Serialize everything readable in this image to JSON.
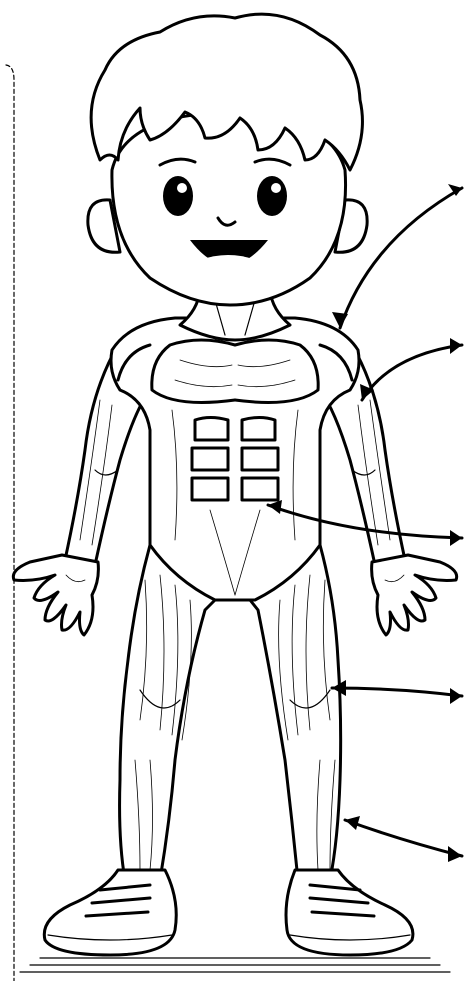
{
  "illustration": {
    "subject": "muscle-anatomy-coloring-page",
    "ink_color": "#000000",
    "paper_color": "#ffffff"
  },
  "pointer_arrows": [
    {
      "name": "arrow-shoulder",
      "icon": "curved-double-arrow"
    },
    {
      "name": "arrow-upper-arm",
      "icon": "curved-double-arrow"
    },
    {
      "name": "arrow-abdomen",
      "icon": "curved-double-arrow"
    },
    {
      "name": "arrow-thigh",
      "icon": "double-arrow"
    },
    {
      "name": "arrow-calf",
      "icon": "double-arrow"
    }
  ]
}
